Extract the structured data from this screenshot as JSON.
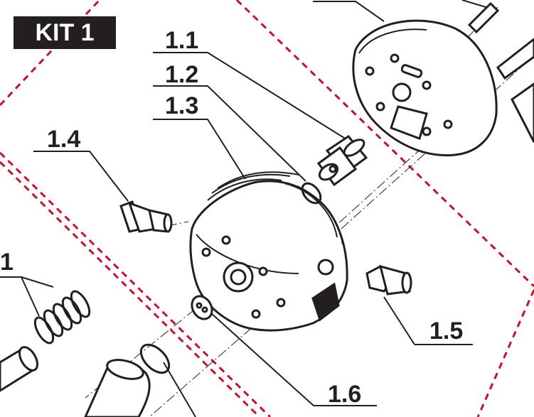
{
  "kit": {
    "label": "KIT 1"
  },
  "callouts": {
    "p11": "1.1",
    "p12": "1.2",
    "p13": "1.3",
    "p14": "1.4",
    "p15": "1.5",
    "p16": "1.6",
    "cut_left": "1"
  },
  "colors": {
    "ink": "#231f20",
    "dash": "#c8102e",
    "background": "#ffffff"
  }
}
